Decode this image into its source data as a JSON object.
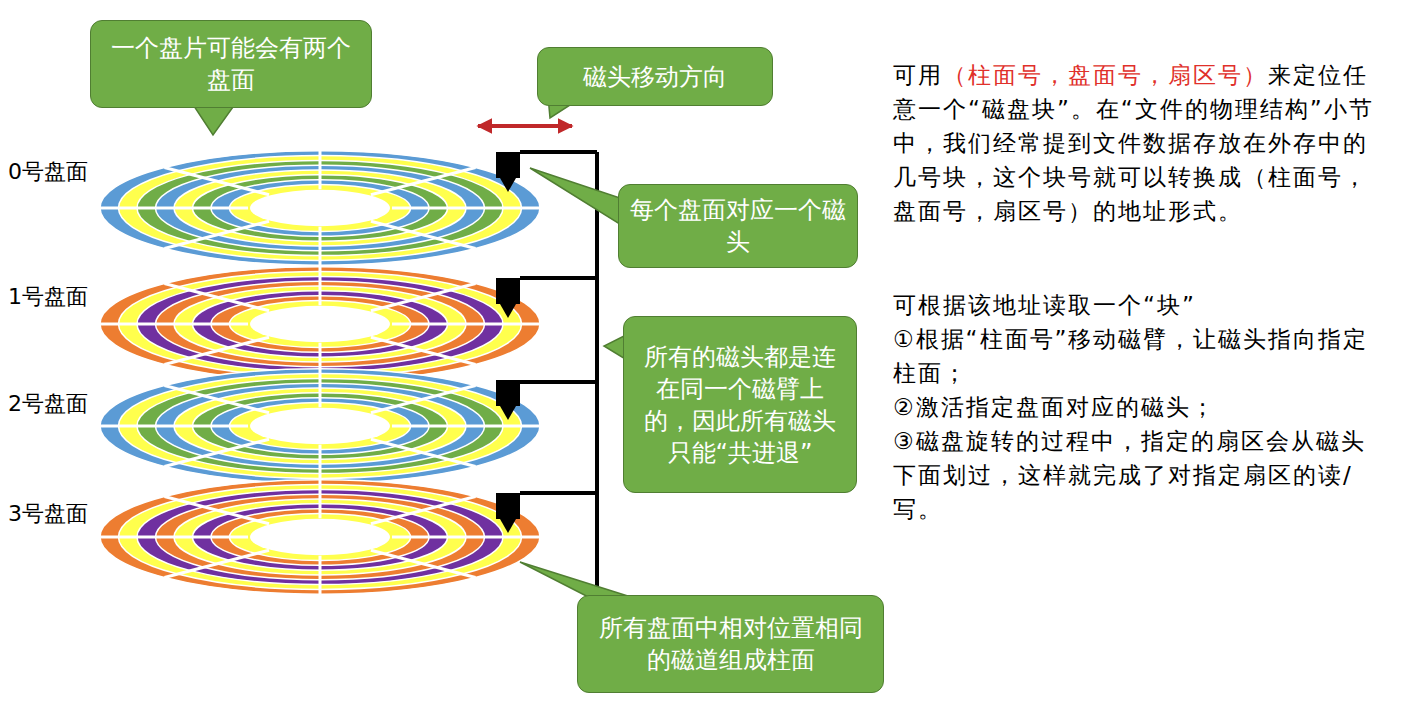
{
  "diagram": {
    "nodes": [
      {
        "text": [
          "一个盘片可能会有两个盘面"
        ]
      },
      {
        "text": [
          "磁头移动方向"
        ]
      },
      {
        "text": [
          "每个盘面对应一个磁头"
        ]
      },
      {
        "text": [
          "所有的磁头都是连在同一个磁臂上的，因此所有磁头只能“共进退”"
        ]
      },
      {
        "text": [
          "所有盘面中相对位置相同的磁道组成柱面"
        ]
      }
    ],
    "labels": [
      "0号盘面",
      "1号盘面",
      "2号盘面",
      "3号盘面",
      "可用",
      "（柱面号，盘面号，扇区号）",
      "来定位任意一个“磁盘块”。在“文件的物理结构”小节中，我们经常提到文件数据存放在外存中的几号块，这个块号就可以转换成（柱面号，盘面号，扇区号）的地址形式。",
      "可根据该地址读取一个“块”",
      "①根据“柱面号”移动磁臂，让磁头指向指定柱面；",
      "②激活指定盘面对应的磁头；",
      "③磁盘旋转的过程中，指定的扇区会从磁头下面划过，这样就完成了对指定扇区的读/写。"
    ]
  }
}
